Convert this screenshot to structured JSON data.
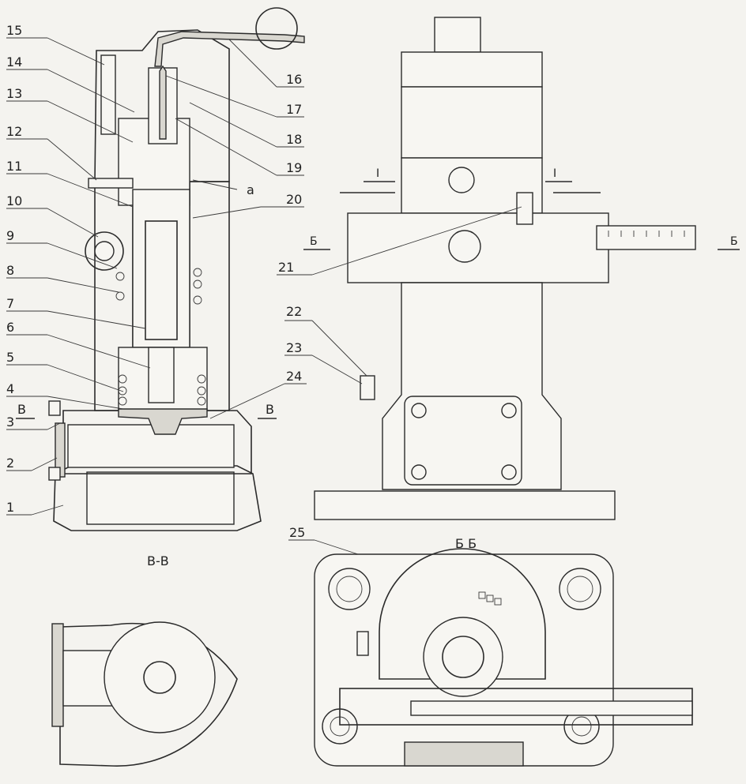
{
  "callouts": {
    "n1": "1",
    "n2": "2",
    "n3": "3",
    "n4": "4",
    "n5": "5",
    "n6": "6",
    "n7": "7",
    "n8": "8",
    "n9": "9",
    "n10": "10",
    "n11": "11",
    "n12": "12",
    "n13": "13",
    "n14": "14",
    "n15": "15",
    "n16": "16",
    "n17": "17",
    "n18": "18",
    "n19": "19",
    "n20": "20",
    "n21": "21",
    "n22": "22",
    "n23": "23",
    "n24": "24",
    "n25": "25",
    "a": "a"
  },
  "section_marks": {
    "v_left": "В",
    "v_right": "В",
    "b_left": "Б",
    "b_right": "Б",
    "i_left": "I",
    "i_right": "I"
  },
  "view_titles": {
    "section_vv": "В-В",
    "view_bb": "Б Б"
  },
  "colors": {
    "hatch": "#8c8c8c",
    "line": "#2b2b2b",
    "paper": "#f4f3ef"
  }
}
